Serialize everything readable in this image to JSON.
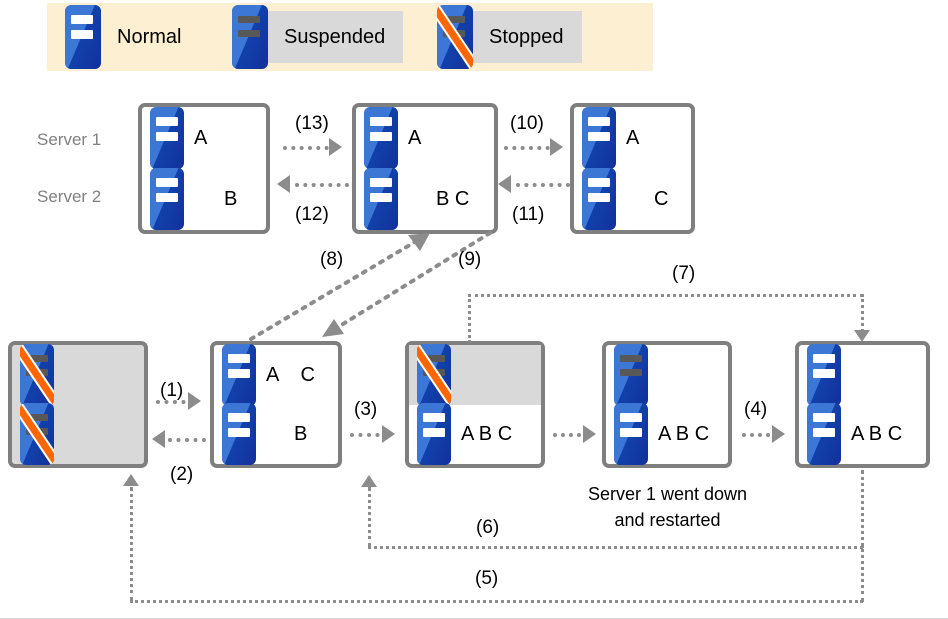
{
  "legend": {
    "items": [
      {
        "label": "Normal",
        "state": "normal",
        "shaded": false
      },
      {
        "label": "Suspended",
        "state": "suspended",
        "shaded": true
      },
      {
        "label": "Stopped",
        "state": "stopped",
        "shaded": true
      }
    ]
  },
  "row_labels": {
    "server1": "Server 1",
    "server2": "Server 2"
  },
  "caption": {
    "line1": "Server 1 went down",
    "line2": "and restarted"
  },
  "top_row": {
    "boxes": [
      {
        "id": "top-box-1",
        "server1_letters": "A",
        "server2_letters": "B",
        "server1_state": "normal",
        "server2_state": "normal",
        "background": "white"
      },
      {
        "id": "top-box-2",
        "server1_letters": "A",
        "server2_letters": "B C",
        "server1_state": "normal",
        "server2_state": "normal",
        "background": "white"
      },
      {
        "id": "top-box-3",
        "server1_letters": "A",
        "server2_letters": "C",
        "server1_state": "normal",
        "server2_state": "normal",
        "background": "white"
      }
    ]
  },
  "bottom_row": {
    "boxes": [
      {
        "id": "bottom-box-1",
        "server1_letters": "",
        "server2_letters": "",
        "server1_state": "stopped",
        "server2_state": "stopped",
        "background": "gray"
      },
      {
        "id": "bottom-box-2",
        "server1_letters": "A    C",
        "server2_letters": "B",
        "server1_state": "normal",
        "server2_state": "normal",
        "background": "white"
      },
      {
        "id": "bottom-box-3",
        "server1_letters": "",
        "server2_letters": "A B C",
        "server1_state": "stopped",
        "server2_state": "normal",
        "background": "split-top-gray"
      },
      {
        "id": "bottom-box-4",
        "server1_letters": "",
        "server2_letters": "A B C",
        "server1_state": "suspended",
        "server2_state": "normal",
        "background": "white"
      },
      {
        "id": "bottom-box-5",
        "server1_letters": "",
        "server2_letters": "A B C",
        "server1_state": "normal",
        "server2_state": "normal",
        "background": "white"
      }
    ]
  },
  "steps": {
    "s1": "(1)",
    "s2": "(2)",
    "s3": "(3)",
    "s4": "(4)",
    "s5": "(5)",
    "s6": "(6)",
    "s7": "(7)",
    "s8": "(8)",
    "s9": "(9)",
    "s10": "(10)",
    "s11": "(11)",
    "s12": "(12)",
    "s13": "(13)"
  },
  "colors": {
    "legend_background": "#fdf0d2",
    "legend_item_shaded": "#d9d9d9",
    "box_border": "#7f7f7f",
    "box_gray": "#d9d9d9",
    "connector": "#8c8c8c",
    "server_blue": "#1241ab",
    "server_blue_light": "#3d77d6",
    "stopped_slash": "#ff6600",
    "row_label_text": "#808080",
    "text": "#000000"
  }
}
